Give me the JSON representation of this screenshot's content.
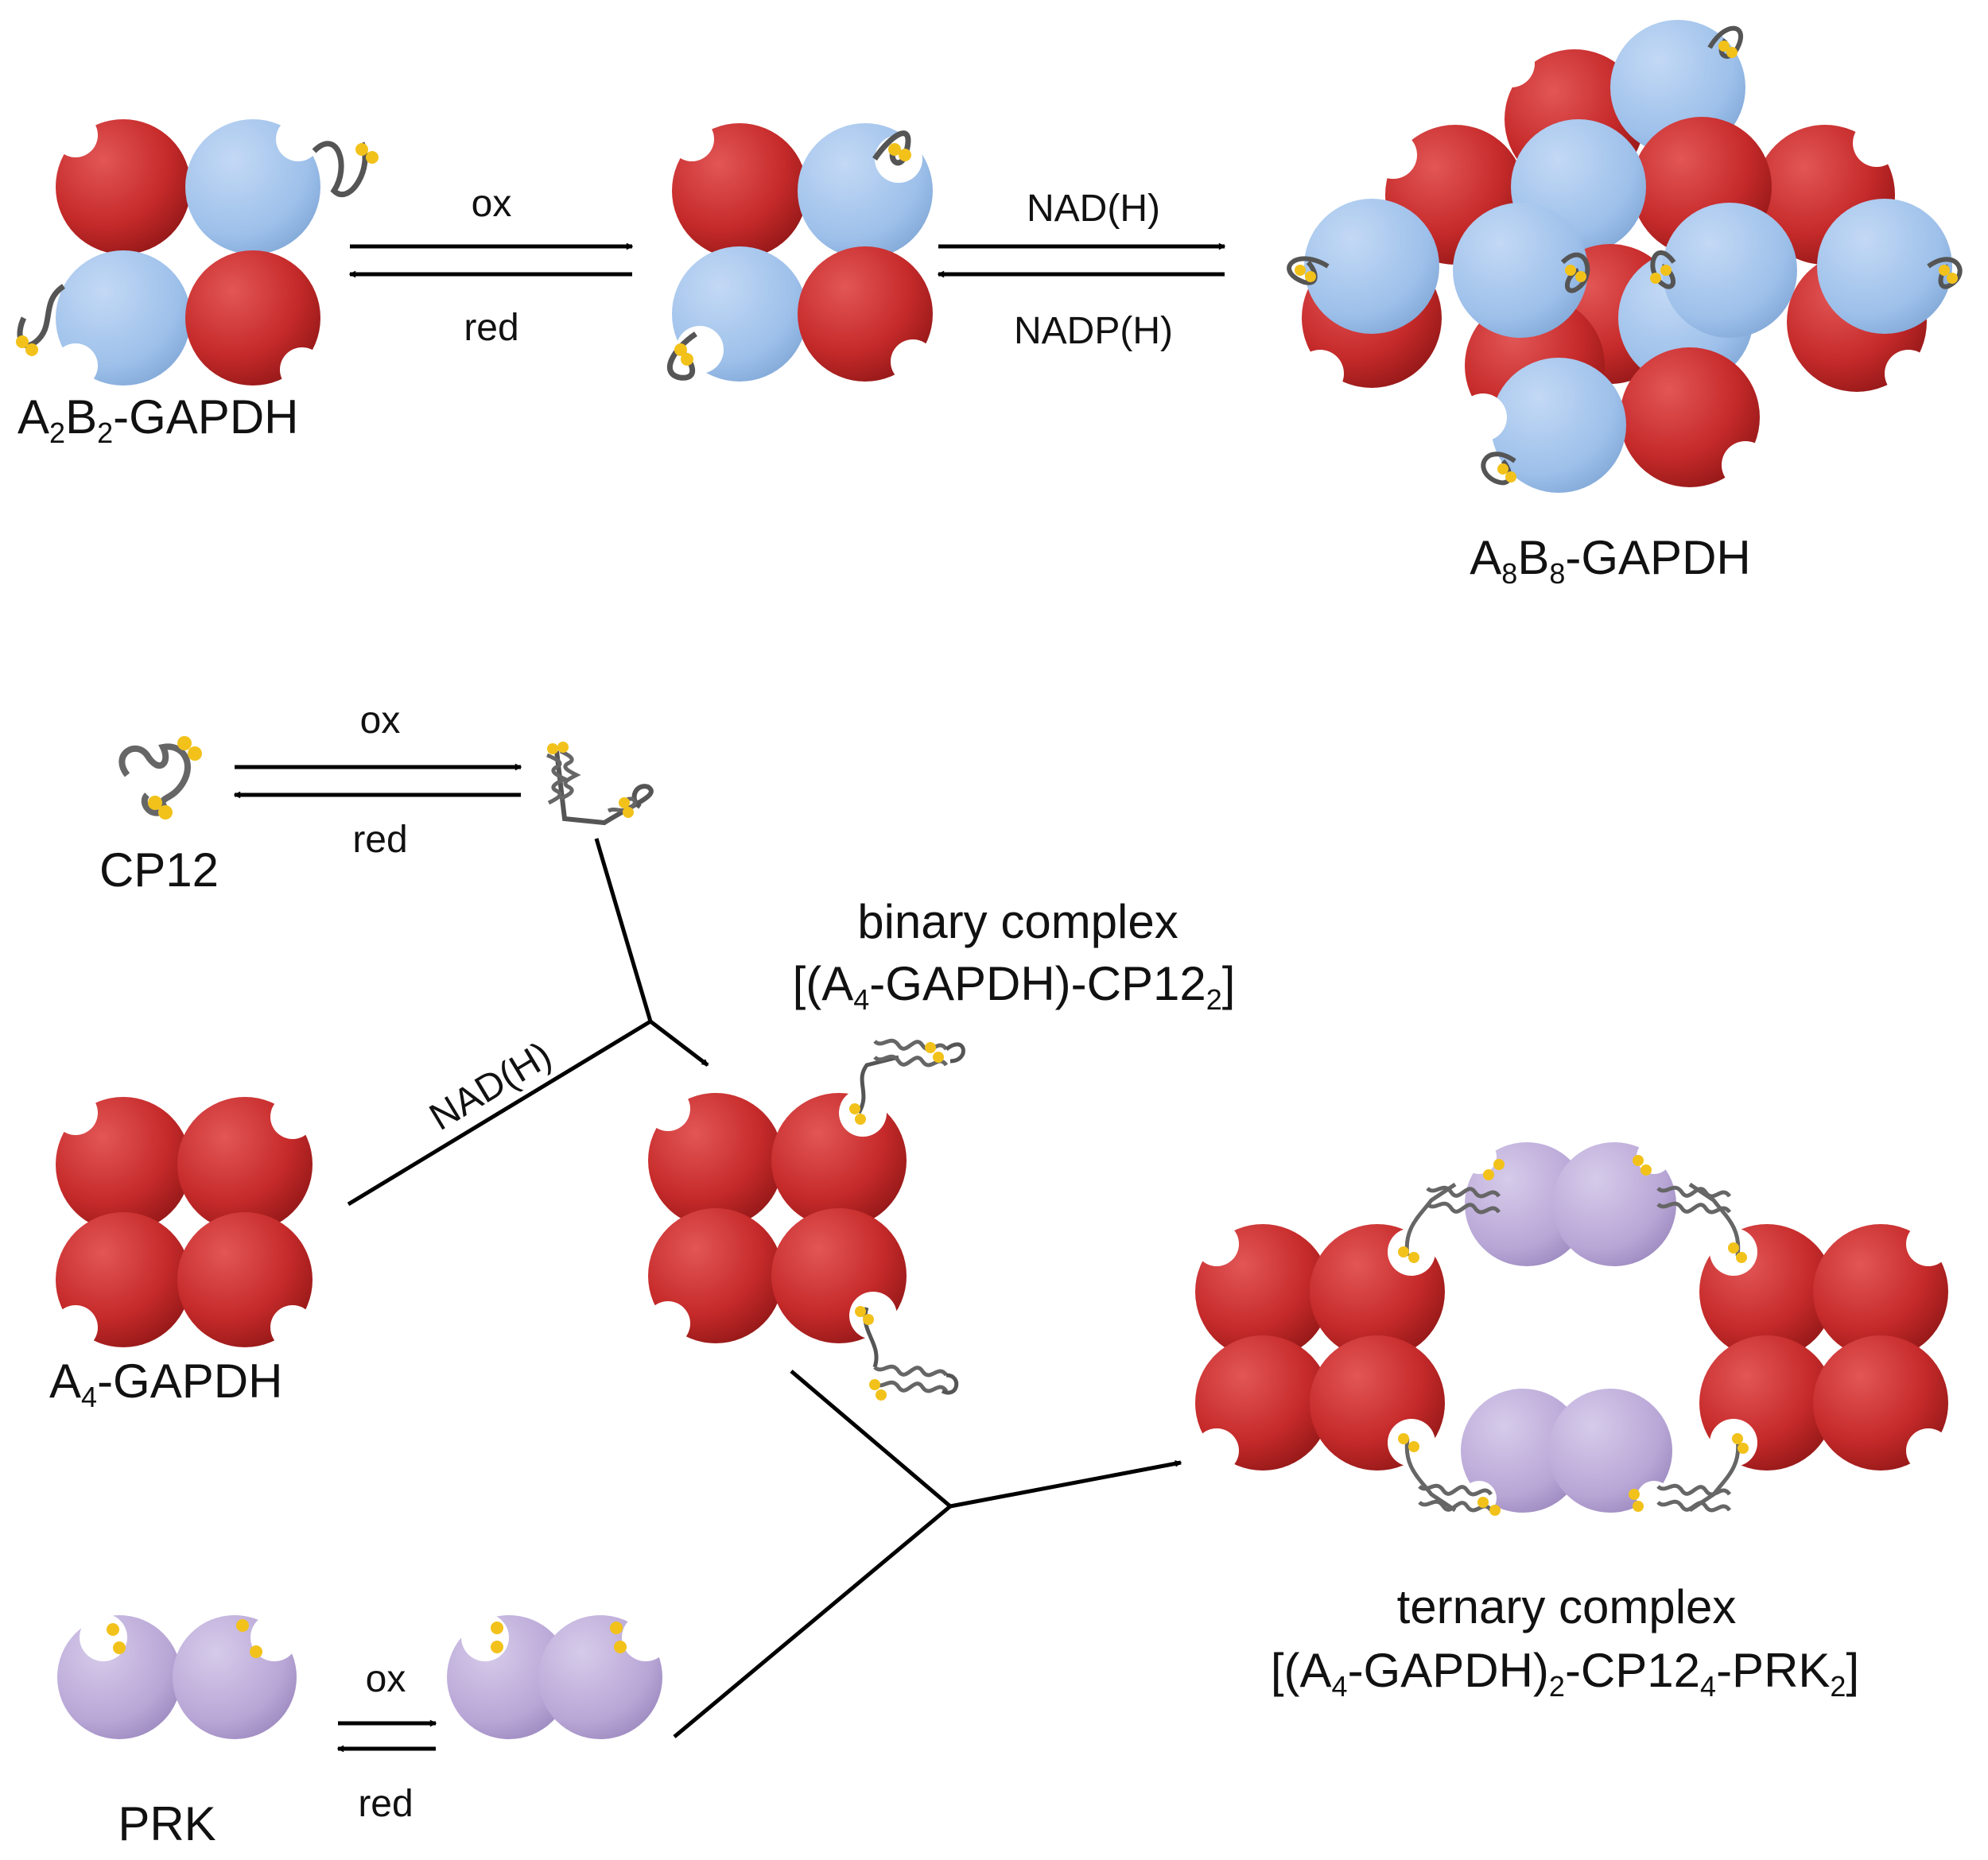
{
  "colors": {
    "gapdh_a": "#c62a2a",
    "gapdh_b": "#9dc0ea",
    "prk": "#b8a6d6",
    "cp12_chain": "#555555",
    "cysteine": "#f2c21b",
    "arrow": "#000000"
  },
  "top": {
    "eq1_forward": "ox",
    "eq1_reverse": "red",
    "eq2_forward": "NAD(H)",
    "eq2_reverse": "NADP(H)",
    "a2b2": {
      "p1": "A",
      "s1": "2",
      "p2": "B",
      "s2": "2",
      "p3": "-GAPDH"
    },
    "a8b8": {
      "p1": "A",
      "s1": "8",
      "p2": "B",
      "s2": "8",
      "p3": "-GAPDH"
    }
  },
  "cp12": {
    "label": "CP12",
    "forward": "ox",
    "reverse": "red"
  },
  "binary": {
    "title": "binary complex",
    "formula": {
      "p1": "[(A",
      "s1": "4",
      "p2": "-GAPDH)-CP12",
      "s2": "2",
      "p3": "]"
    },
    "cofactor": "NAD(H)"
  },
  "a4": {
    "p1": "A",
    "s1": "4",
    "p2": "-GAPDH"
  },
  "prk": {
    "label": "PRK",
    "forward": "ox",
    "reverse": "red"
  },
  "ternary": {
    "title": "ternary complex",
    "formula": {
      "p1": "[(A",
      "s1": "4",
      "p2": "-GAPDH)",
      "s2": "2",
      "p3": "-CP12",
      "s3": "4",
      "p4": "-PRK",
      "s4": "2",
      "p5": "]"
    }
  }
}
